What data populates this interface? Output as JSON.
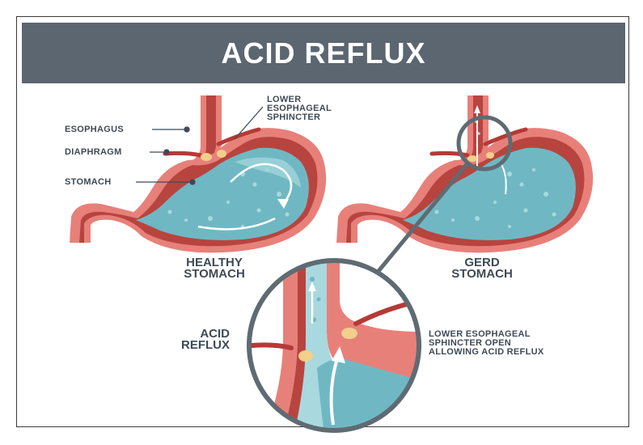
{
  "title": "ACID REFLUX",
  "labels": {
    "lower_sphincter": "LOWER\nESOPHAGEAL\nSPHINCTER",
    "esophagus": "ESOPHAGUS",
    "diaphragm": "DIAPHRAGM",
    "stomach": "STOMACH",
    "healthy_caption": "HEALTHY\nSTOMACH",
    "gerd_caption": "GERD\nSTOMACH",
    "acid_reflux": "ACID\nREFLUX",
    "sphincter_open": "LOWER ESOPHAGEAL\nSPHINCTER OPEN\nALLOWING ACID REFLUX"
  },
  "colors": {
    "banner": "#5b6670",
    "text": "#3f4a55",
    "tissue_outer": "#e8807a",
    "tissue_dark": "#b8443f",
    "acid": "#6fb8c3",
    "acid_light": "#a9d8de",
    "diaphragm": "#b53a36",
    "sphincter": "#f2cf8a",
    "leader": "#5f6b72"
  }
}
